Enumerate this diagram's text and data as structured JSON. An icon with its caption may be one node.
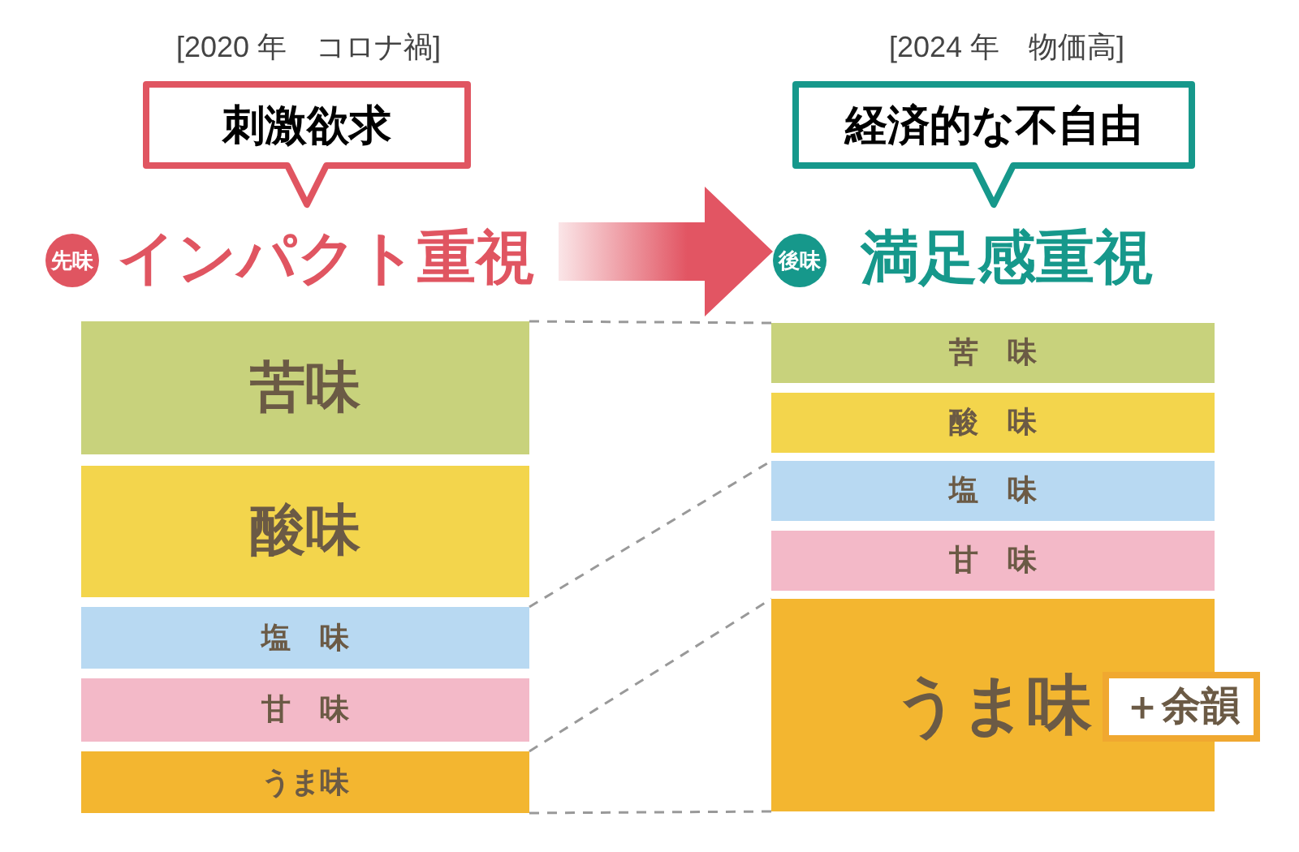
{
  "diagram": {
    "nodes": [
      {
        "text": [
          "刺激欲求"
        ],
        "beside": [
          "[2020 年　コロナ禍]"
        ]
      },
      {
        "text": [
          "先味"
        ]
      },
      {
        "text": [
          "インパクト重視"
        ]
      },
      {
        "text": [
          "経済的な不自由"
        ],
        "beside": [
          "[2024 年　物価高]"
        ]
      },
      {
        "text": [
          "後味"
        ]
      },
      {
        "text": [
          "満足感重視"
        ]
      },
      {
        "text": [
          "苦味"
        ]
      },
      {
        "text": [
          "酸味"
        ]
      },
      {
        "text": [
          "塩　味"
        ]
      },
      {
        "text": [
          "甘　味"
        ]
      },
      {
        "text": [
          "うま味"
        ]
      },
      {
        "text": [
          "苦　味"
        ]
      },
      {
        "text": [
          "酸　味"
        ]
      },
      {
        "text": [
          "塩　味"
        ]
      },
      {
        "text": [
          "甘　味"
        ]
      },
      {
        "text": [
          "うま味"
        ]
      },
      {
        "text": [
          "＋余韻"
        ]
      }
    ],
    "edges": [
      {
        "from": 2,
        "to": 4,
        "arrow": "to",
        "style": "thick",
        "color": "#e25563"
      },
      {
        "from": 6,
        "to": 11,
        "arrow": "none",
        "style": "dashed"
      },
      {
        "from": 8,
        "to": 13,
        "arrow": "none",
        "style": "dashed"
      },
      {
        "from": 10,
        "to": 15,
        "arrow": "none",
        "style": "dashed"
      },
      {
        "from": 10,
        "to": 15,
        "arrow": "none",
        "style": "dashed"
      }
    ]
  }
}
